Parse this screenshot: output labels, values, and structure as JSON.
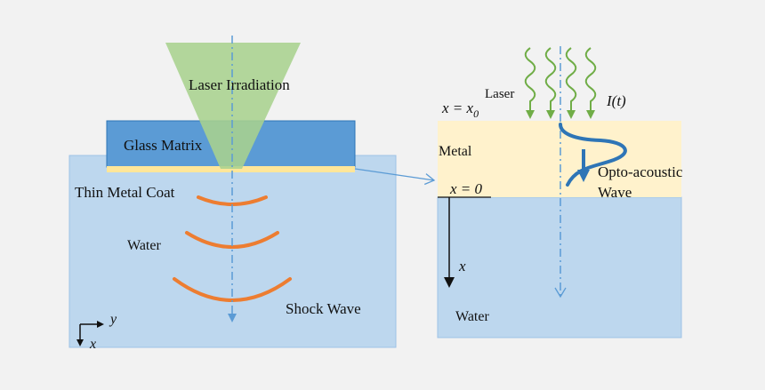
{
  "colors": {
    "background": "#f2f2f2",
    "water_fill": "#bdd7ee",
    "water_stroke": "#9dc3e6",
    "glass_fill": "#5b9bd5",
    "glass_stroke": "#2e75b6",
    "laser_cone": "#a9d18e",
    "metal_coat": "#ffe699",
    "metal_block": "#fff2cc",
    "shock_wave": "#ed7d31",
    "laser_ray": "#70ad47",
    "axis_line": "#5b9bd5",
    "dark_blue": "#2e75b6",
    "text": "#111111"
  },
  "left_panel": {
    "laser_label": "Laser Irradiation",
    "glass_label": "Glass Matrix",
    "coat_label": "Thin Metal Coat",
    "water_label": "Water",
    "shock_label": "Shock Wave",
    "axis_y": "y",
    "axis_x": "x"
  },
  "right_panel": {
    "x0_label_main": "x = x",
    "x0_label_sub": "0",
    "laser_label": "Laser",
    "intensity_label": "I(t)",
    "metal_label": "Metal",
    "opto_label_line1": "Opto-acoustic",
    "opto_label_line2": "Wave",
    "x_zero_label": "x = 0",
    "x_axis_label": "x",
    "water_label": "Water"
  }
}
